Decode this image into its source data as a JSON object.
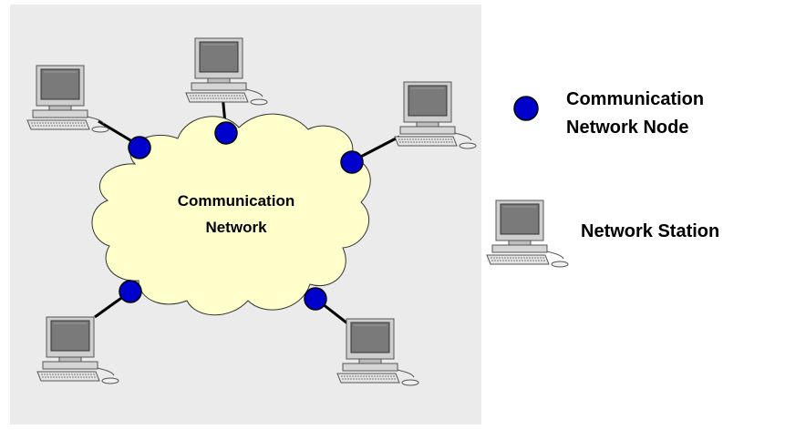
{
  "cloud": {
    "label_line1": "Communication",
    "label_line2": "Network",
    "fill": "#FFFFCC"
  },
  "legend": {
    "node_label_line1": "Communication",
    "node_label_line2": "Network Node",
    "station_label": "Network Station"
  },
  "colors": {
    "panel_background": "#EBEBEB",
    "node_fill": "#0000CC",
    "link_color": "#000000"
  },
  "icons": {
    "node": "circle-node-icon",
    "station": "desktop-computer-icon"
  }
}
